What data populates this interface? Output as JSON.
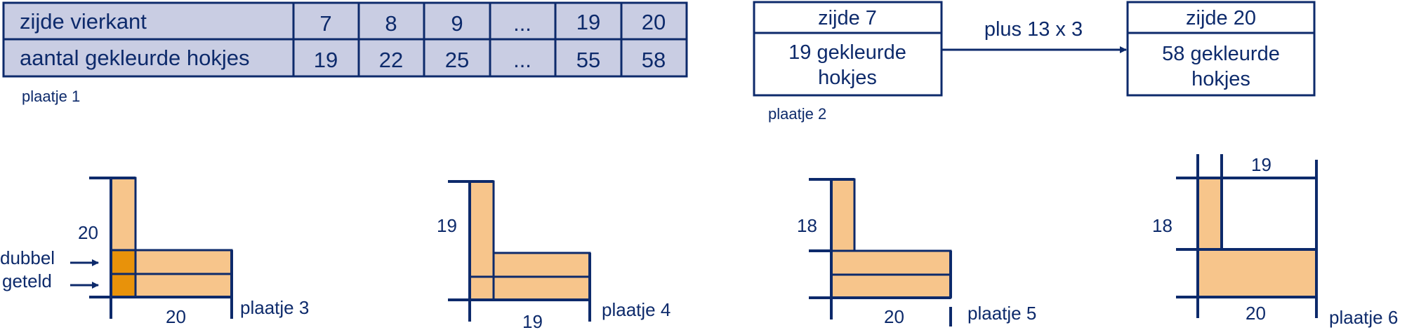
{
  "table": {
    "row1_header": "zijde vierkant",
    "row2_header": "aantal gekleurde hokjes",
    "row1": [
      "7",
      "8",
      "9",
      "...",
      "19",
      "20"
    ],
    "row2": [
      "19",
      "22",
      "25",
      "...",
      "55",
      "58"
    ],
    "caption": "plaatje 1"
  },
  "flow": {
    "left_title": "zijde 7",
    "left_line1": "19 gekleurde",
    "left_line2": "hokjes",
    "arrow_label": "plus 13 x 3",
    "right_title": "zijde 20",
    "right_line1": "58 gekleurde",
    "right_line2": "hokjes",
    "caption": "plaatje 2"
  },
  "fig3": {
    "left_label": "20",
    "bottom_label": "20",
    "note1": "dubbel",
    "note2": "geteld",
    "caption": "plaatje 3"
  },
  "fig4": {
    "left_label": "19",
    "bottom_label": "19",
    "caption": "plaatje 4"
  },
  "fig5": {
    "left_label": "18",
    "bottom_label": "20",
    "caption": "plaatje 5"
  },
  "fig6": {
    "left_label": "18",
    "top_label": "19",
    "bottom_label": "20",
    "caption": "plaatje 6"
  },
  "colors": {
    "ink": "#0d2a6b",
    "table_fill": "#c9cde3",
    "light_orange": "#f7c58b",
    "dark_orange": "#e8920a"
  }
}
